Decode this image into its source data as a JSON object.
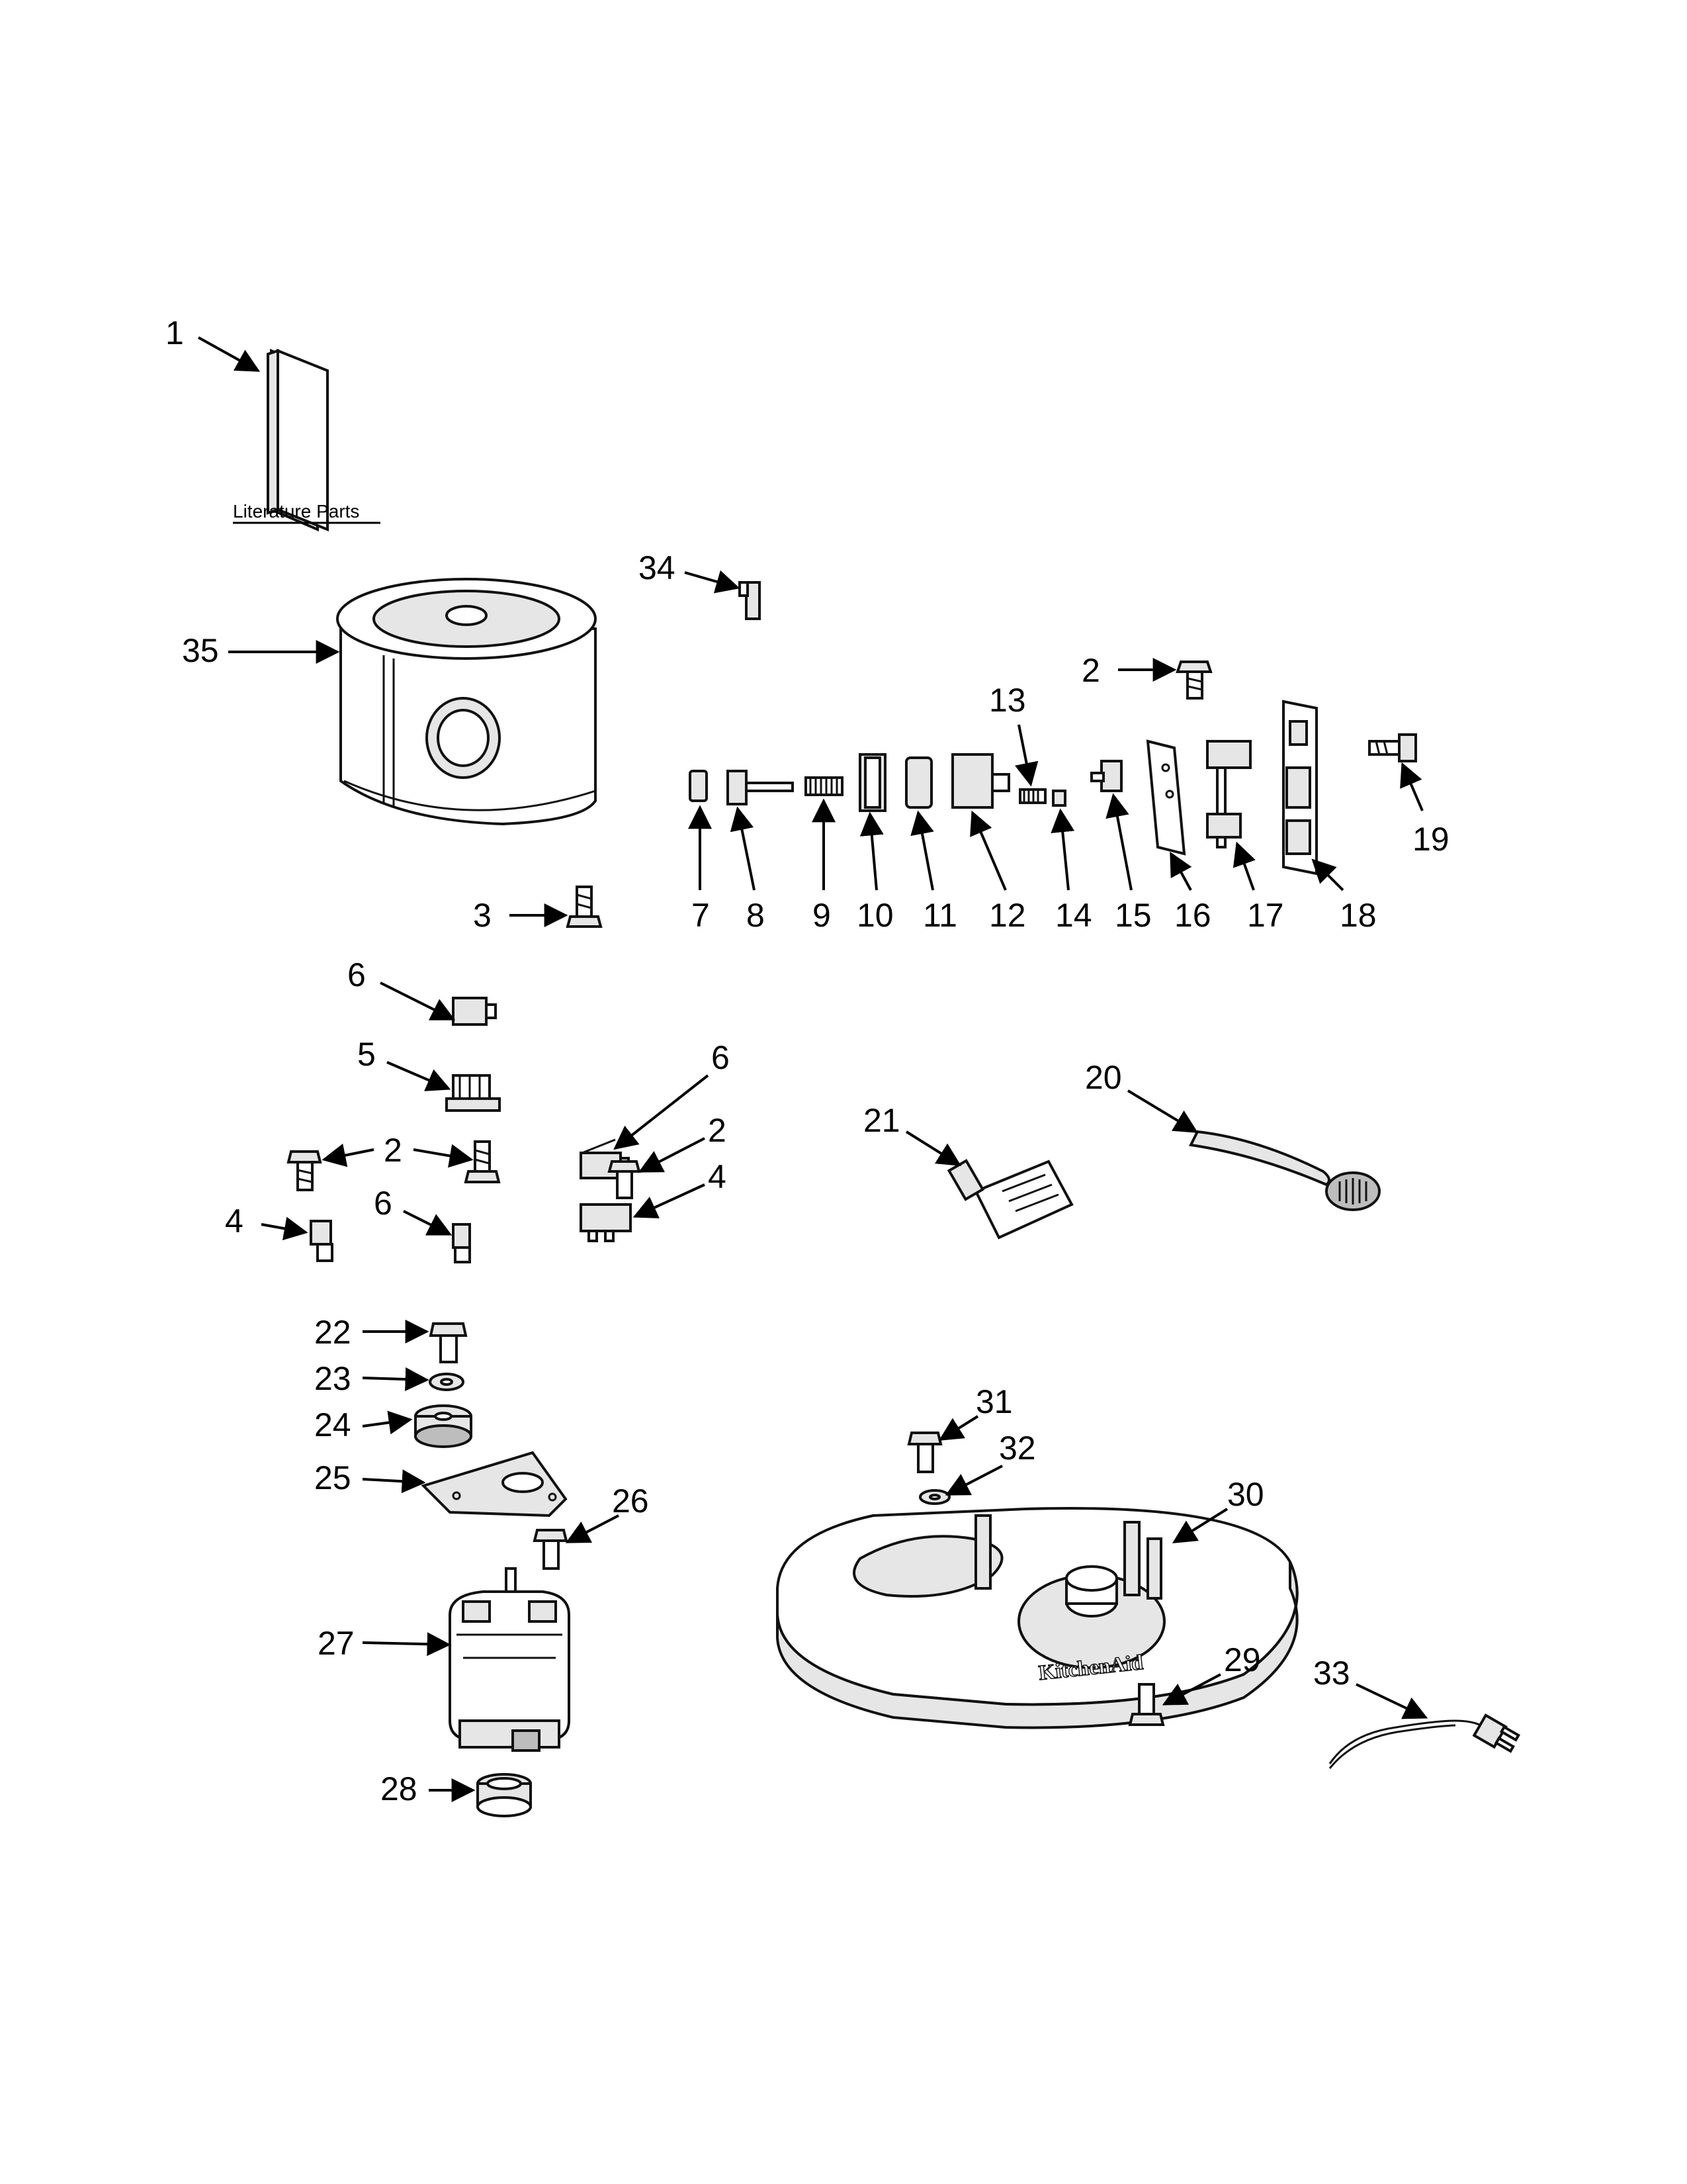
{
  "literature_label": "Literature Parts",
  "brand_mark": "KitchenAid",
  "callouts": {
    "c1": "1",
    "c2a": "2",
    "c2b": "2",
    "c2c": "2",
    "c2d": "2",
    "c3": "3",
    "c4a": "4",
    "c4b": "4",
    "c5": "5",
    "c6a": "6",
    "c6b": "6",
    "c6c": "6",
    "c7": "7",
    "c8": "8",
    "c9": "9",
    "c10": "10",
    "c11": "11",
    "c12": "12",
    "c13": "13",
    "c14": "14",
    "c15": "15",
    "c16": "16",
    "c17": "17",
    "c18": "18",
    "c19": "19",
    "c20": "20",
    "c21": "21",
    "c22": "22",
    "c23": "23",
    "c24": "24",
    "c25": "25",
    "c26": "26",
    "c27": "27",
    "c28": "28",
    "c29": "29",
    "c30": "30",
    "c31": "31",
    "c32": "32",
    "c33": "33",
    "c34": "34",
    "c35": "35"
  }
}
